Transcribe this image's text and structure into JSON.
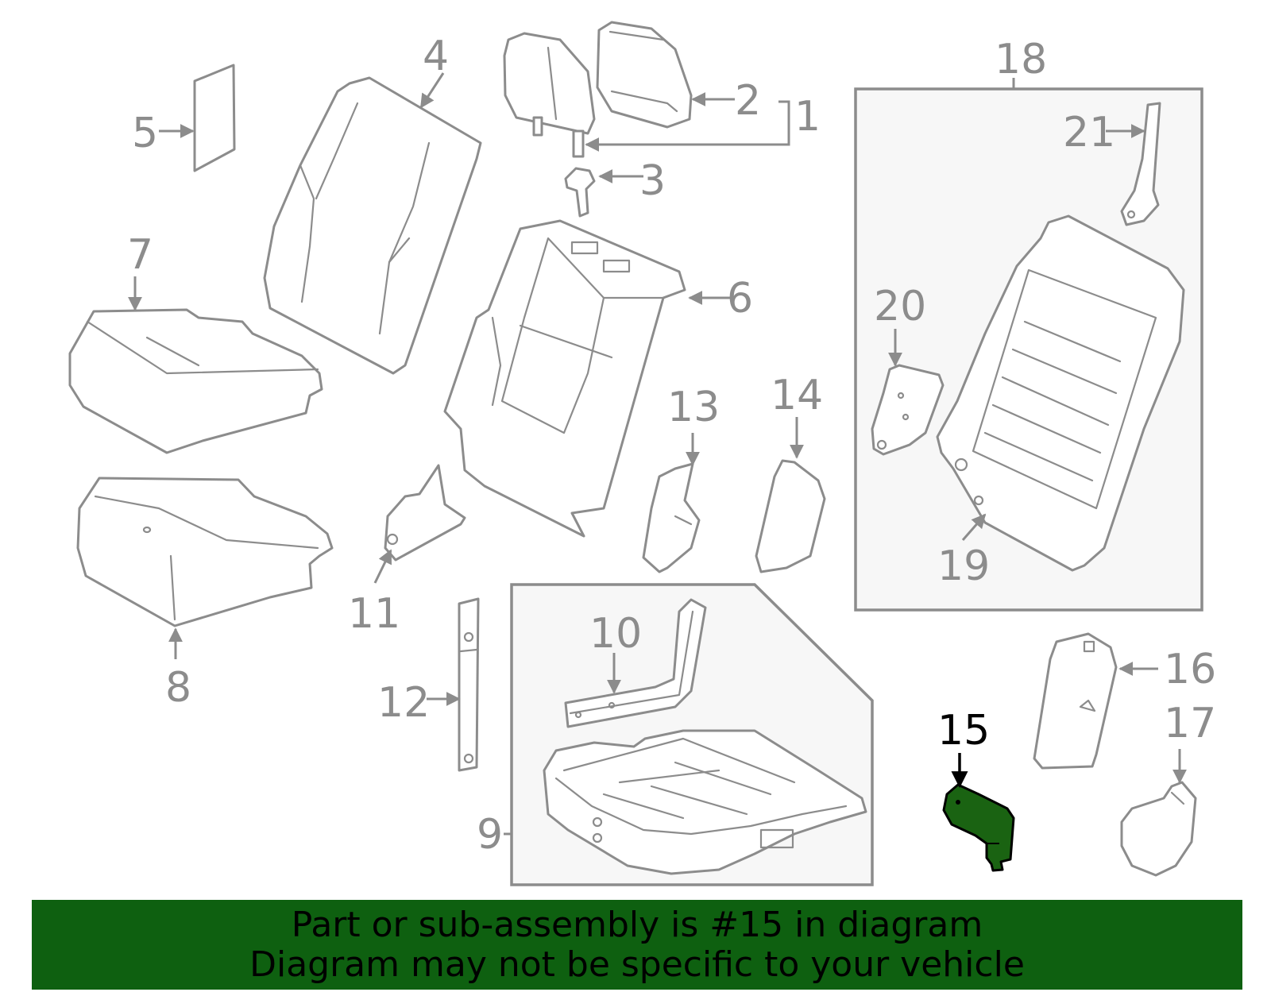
{
  "colors": {
    "line": "#8c8c8c",
    "highlight_fill": "#1a6312",
    "highlight_outline": "#000000",
    "banner_bg": "#0e6010",
    "banner_text": "#000000",
    "box_fill": "#f7f7f7"
  },
  "highlighted_part": "15",
  "callouts": {
    "c1": "1",
    "c2": "2",
    "c3": "3",
    "c4": "4",
    "c5": "5",
    "c6": "6",
    "c7": "7",
    "c8": "8",
    "c9": "9",
    "c10": "10",
    "c11": "11",
    "c12": "12",
    "c13": "13",
    "c14": "14",
    "c15": "15",
    "c16": "16",
    "c17": "17",
    "c18": "18",
    "c19": "19",
    "c20": "20",
    "c21": "21"
  },
  "banner": {
    "line1": "Part or sub-assembly is #15 in diagram",
    "line2": "Diagram may not be specific to your vehicle"
  }
}
